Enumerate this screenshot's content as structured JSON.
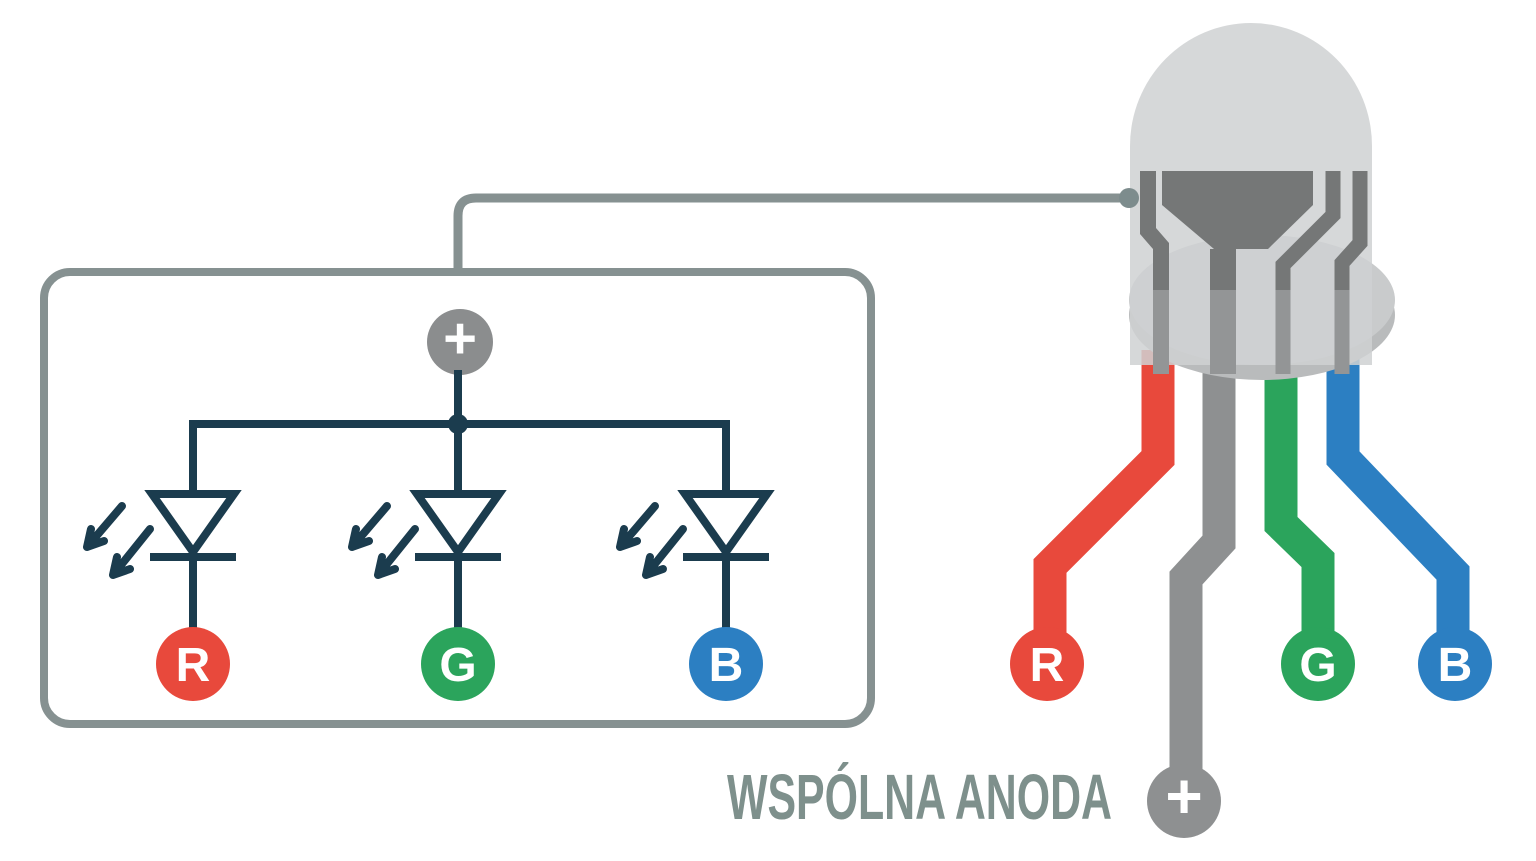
{
  "schematic": {
    "anode_plus": "+",
    "leds": [
      {
        "label": "R",
        "color": "#E8493C"
      },
      {
        "label": "G",
        "color": "#2BA45C"
      },
      {
        "label": "B",
        "color": "#2C7FC2"
      }
    ]
  },
  "package": {
    "pins": [
      {
        "label": "R",
        "color": "#E8493C"
      },
      {
        "label": "G",
        "color": "#2BA45C"
      },
      {
        "label": "B",
        "color": "#2C7FC2"
      }
    ],
    "anode": {
      "symbol": "+",
      "label": "WSPÓLNA ANODA",
      "color": "#8E9091"
    }
  },
  "colors": {
    "schematic_line": "#1B3C4E",
    "box_outline": "#869191",
    "wire": "#869191",
    "caption_text": "#7E908C",
    "plus_circle": "#8B8D8E",
    "dome": "#DBDDDE",
    "flange_top": "#C9CBCC",
    "flange_side": "#B9BBBC",
    "metal_dark": "#757777",
    "metal_mid": "#939596"
  }
}
